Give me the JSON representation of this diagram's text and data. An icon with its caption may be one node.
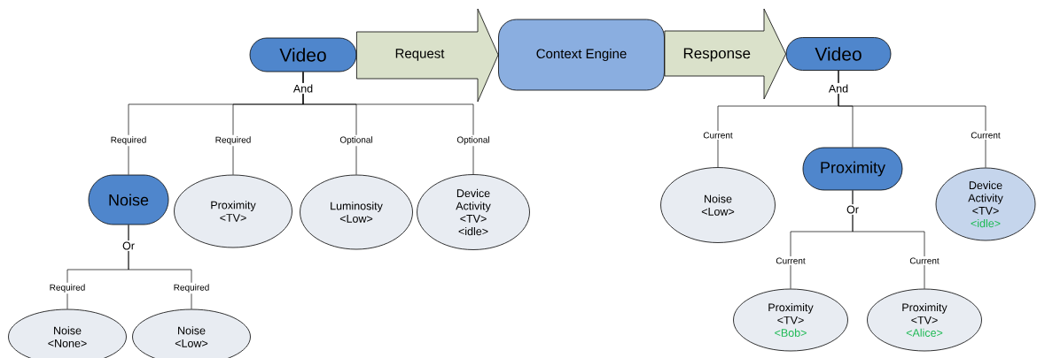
{
  "diagram": {
    "nodes": [
      {
        "text": [
          "Video"
        ]
      },
      {
        "text": [
          "Context Engine"
        ]
      },
      {
        "text": [
          "Video"
        ]
      },
      {
        "text": [
          "Noise"
        ]
      },
      {
        "text": [
          "Proximity <TV>"
        ]
      },
      {
        "text": [
          "Luminosity <Low>"
        ]
      },
      {
        "text": [
          "Device Activity <TV> <idle>"
        ]
      },
      {
        "text": [
          "Noise <None>"
        ]
      },
      {
        "text": [
          "Noise <Low>"
        ]
      },
      {
        "text": [
          "Noise <Low>"
        ]
      },
      {
        "text": [
          "Proximity"
        ]
      },
      {
        "text": [
          "Device Activity <TV>",
          "<idle>"
        ]
      },
      {
        "text": [
          "Proximity <TV>",
          "<Bob>"
        ]
      },
      {
        "text": [
          "Proximity <TV>",
          "<Alice>"
        ]
      }
    ],
    "edges": [
      {
        "from": 0,
        "to": 1,
        "arrow": "to",
        "label": "Request"
      },
      {
        "from": 1,
        "to": 2,
        "arrow": "to",
        "label": "Response"
      },
      {
        "from": 0,
        "to": 3,
        "arrow": "none",
        "label": "Required"
      },
      {
        "from": 0,
        "to": 4,
        "arrow": "none",
        "label": "Required"
      },
      {
        "from": 0,
        "to": 5,
        "arrow": "none",
        "label": "Optional"
      },
      {
        "from": 0,
        "to": 6,
        "arrow": "none",
        "label": "Optional"
      },
      {
        "from": 3,
        "to": 7,
        "arrow": "none",
        "label": "Required"
      },
      {
        "from": 3,
        "to": 8,
        "arrow": "none",
        "label": "Required"
      },
      {
        "from": 2,
        "to": 9,
        "arrow": "none",
        "label": "Current"
      },
      {
        "from": 2,
        "to": 10,
        "arrow": "none"
      },
      {
        "from": 2,
        "to": 11,
        "arrow": "none",
        "label": "Current"
      },
      {
        "from": 10,
        "to": 12,
        "arrow": "none",
        "label": "Current"
      },
      {
        "from": 10,
        "to": 13,
        "arrow": "none",
        "label": "Current"
      }
    ],
    "labels": [
      "And",
      "And",
      "Or",
      "Or"
    ]
  }
}
